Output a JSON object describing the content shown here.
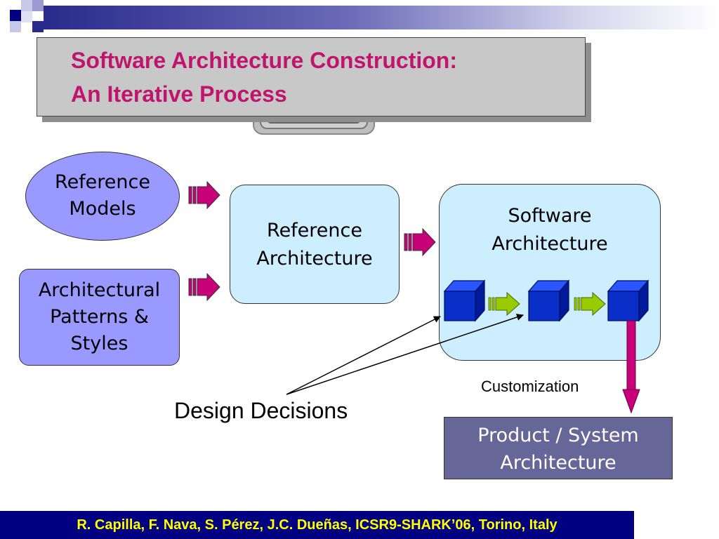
{
  "slide": {
    "title_line1": "Software Architecture Construction:",
    "title_line2": "An Iterative Process",
    "footer": "R. Capilla, F. Nava, S. Pérez, J.C. Dueñas, ICSR9-SHARK’06, Torino, Italy"
  },
  "diagram": {
    "reference_models": [
      "Reference",
      "Models"
    ],
    "architectural_patterns": [
      "Architectural",
      "Patterns &",
      "Styles"
    ],
    "reference_architecture": [
      "Reference",
      "Architecture"
    ],
    "software_architecture": [
      "Software",
      "Architecture"
    ],
    "product_architecture": [
      "Product / System",
      "Architecture"
    ],
    "customization_label": "Customization",
    "design_decisions_label": "Design Decisions"
  },
  "colors": {
    "title_text": "#c0156c",
    "input_fill": "#9999ff",
    "arch_fill": "#cdeeff",
    "product_fill": "#666699",
    "cube_blue": "#0a2fc8",
    "arrow_magenta": "#c8007a",
    "arrow_green": "#99cc00",
    "footer_bg": "#000080",
    "footer_text": "#ffff00"
  }
}
